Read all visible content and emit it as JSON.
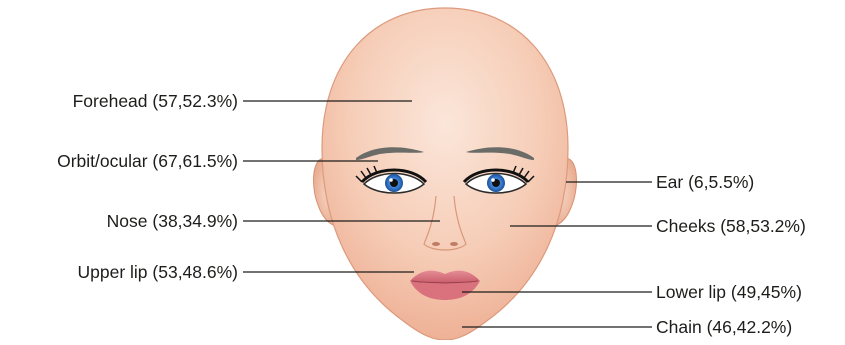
{
  "labels": {
    "forehead": "Forehead (57,52.3%)",
    "orbit": "Orbit/ocular (67,61.5%)",
    "nose": "Nose (38,34.9%)",
    "upper_lip": "Upper lip (53,48.6%)",
    "ear": "Ear (6,5.5%)",
    "cheeks": "Cheeks (58,53.2%)",
    "lower_lip": "Lower lip (49,45%)",
    "chin": "Chain (46,42.2%)"
  },
  "colors": {
    "skin": "#f7d0bb",
    "skin_shadow": "#e8a98f",
    "outline": "#d98e70",
    "brow": "#6b6b68",
    "iris": "#2f72c9",
    "lips": "#d9727d",
    "leader_line": "#1d1d1b"
  }
}
